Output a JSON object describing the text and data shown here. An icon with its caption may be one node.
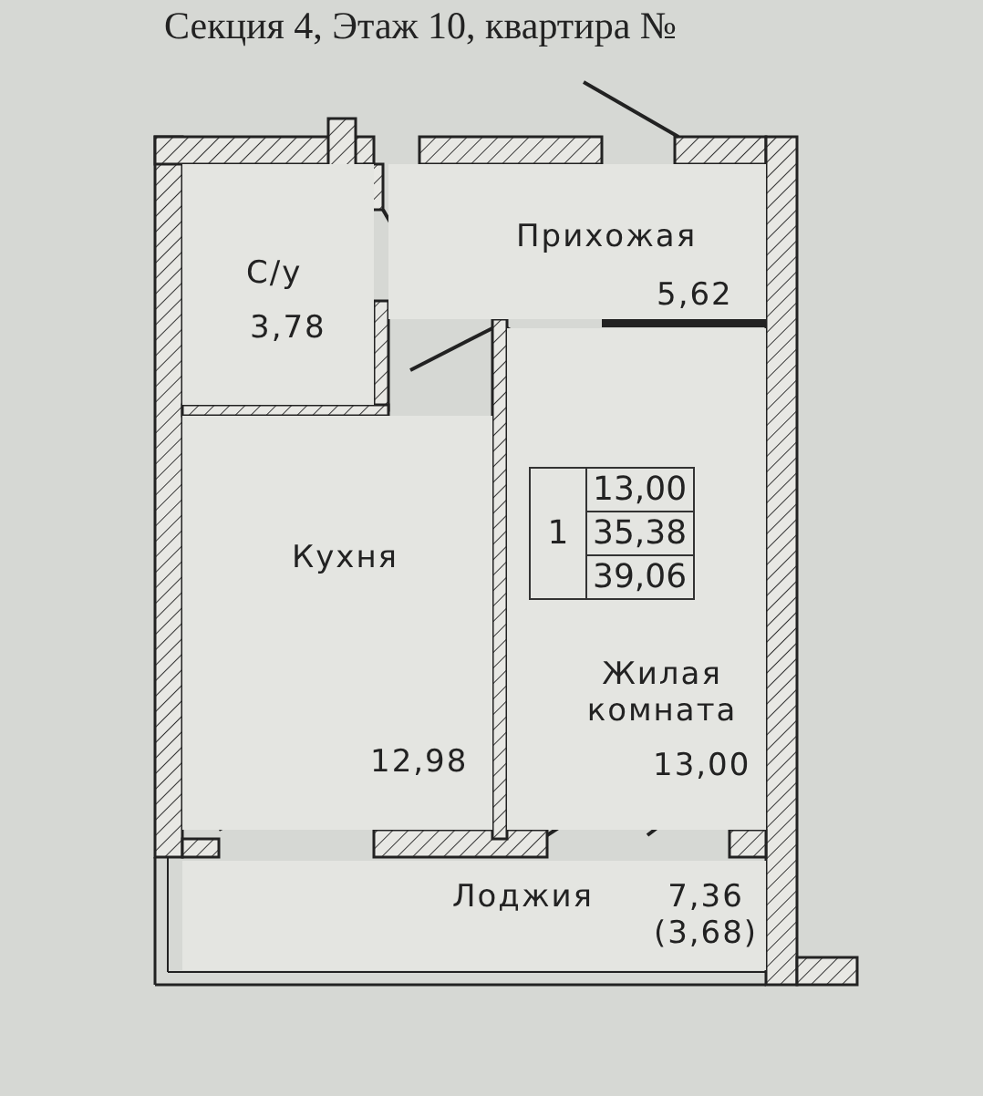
{
  "diagram": {
    "title": "Секция 4, Этаж 10, квартира №",
    "nodes": [
      {
        "text": [
          "С/у",
          "3,78"
        ]
      },
      {
        "text": [
          "Прихожая",
          "5,62"
        ]
      },
      {
        "text": [
          "Кухня",
          "12,98"
        ]
      },
      {
        "text": [
          "Жилая комната",
          "13,00"
        ]
      },
      {
        "text": [
          "Лоджия",
          "7,36 (3,68)"
        ]
      }
    ],
    "labels": [
      "1",
      "13,00",
      "35,38",
      "39,06"
    ]
  }
}
